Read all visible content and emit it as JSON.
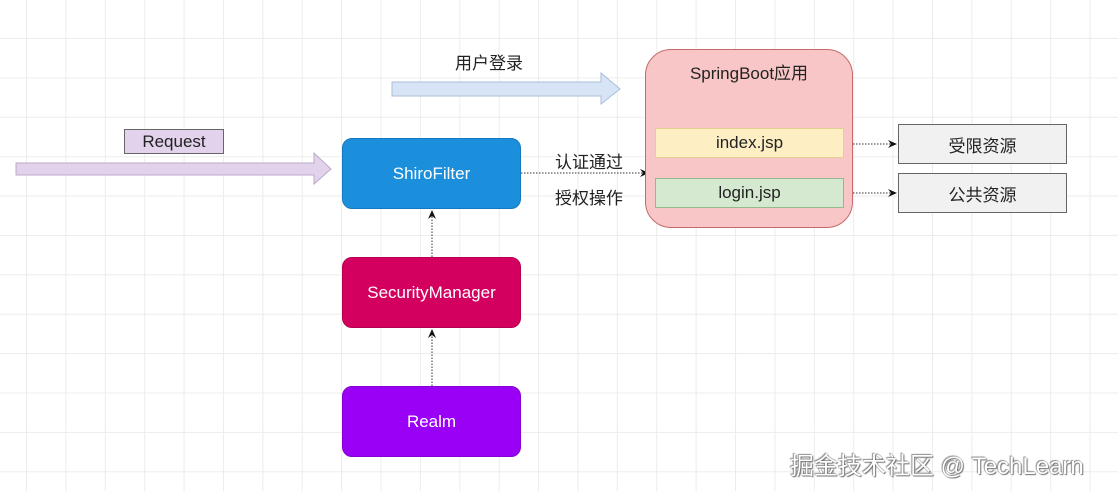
{
  "diagram": {
    "request_label": "Request",
    "login_label": "用户登录",
    "auth_label": "认证通过",
    "authz_label": "授权操作",
    "nodes": {
      "shiro_filter": {
        "label": "ShiroFilter",
        "color": "#1b8fdc"
      },
      "security_manager": {
        "label": "SecurityManager",
        "color": "#d4005f"
      },
      "realm": {
        "label": "Realm",
        "color": "#9a00f5"
      }
    },
    "app": {
      "title": "SpringBoot应用",
      "color": "#f8c6c6",
      "pages": [
        {
          "label": "index.jsp",
          "color": "#fdeec4"
        },
        {
          "label": "login.jsp",
          "color": "#d5e9d1"
        }
      ]
    },
    "resources": [
      {
        "label": "受限资源"
      },
      {
        "label": "公共资源"
      }
    ]
  },
  "watermark": "掘金技术社区 @ TechLearn"
}
